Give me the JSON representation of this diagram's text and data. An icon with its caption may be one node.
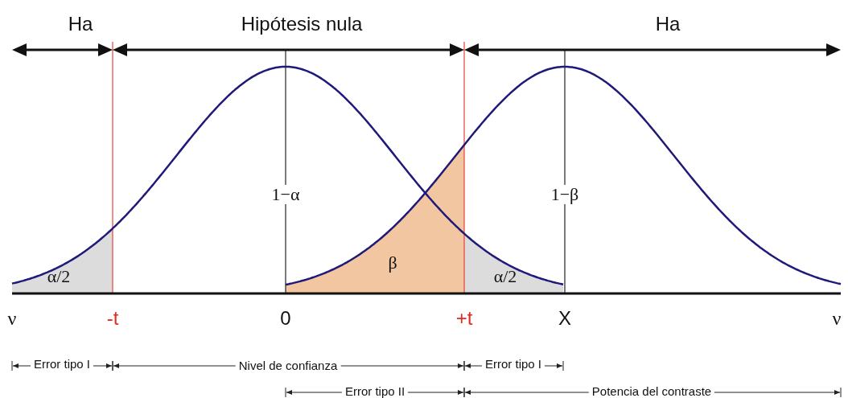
{
  "diagram": {
    "labels": [
      "Ha",
      "Hipótesis nula",
      "Ha",
      "1−α",
      "1−β",
      "α/2",
      "β",
      "α/2",
      "ν",
      "-t",
      "0",
      "+t",
      "X",
      "ν",
      "Error tipo I",
      "Nivel de confianza",
      "Error tipo I",
      "Error tipo II",
      "Potencia del contraste"
    ]
  }
}
